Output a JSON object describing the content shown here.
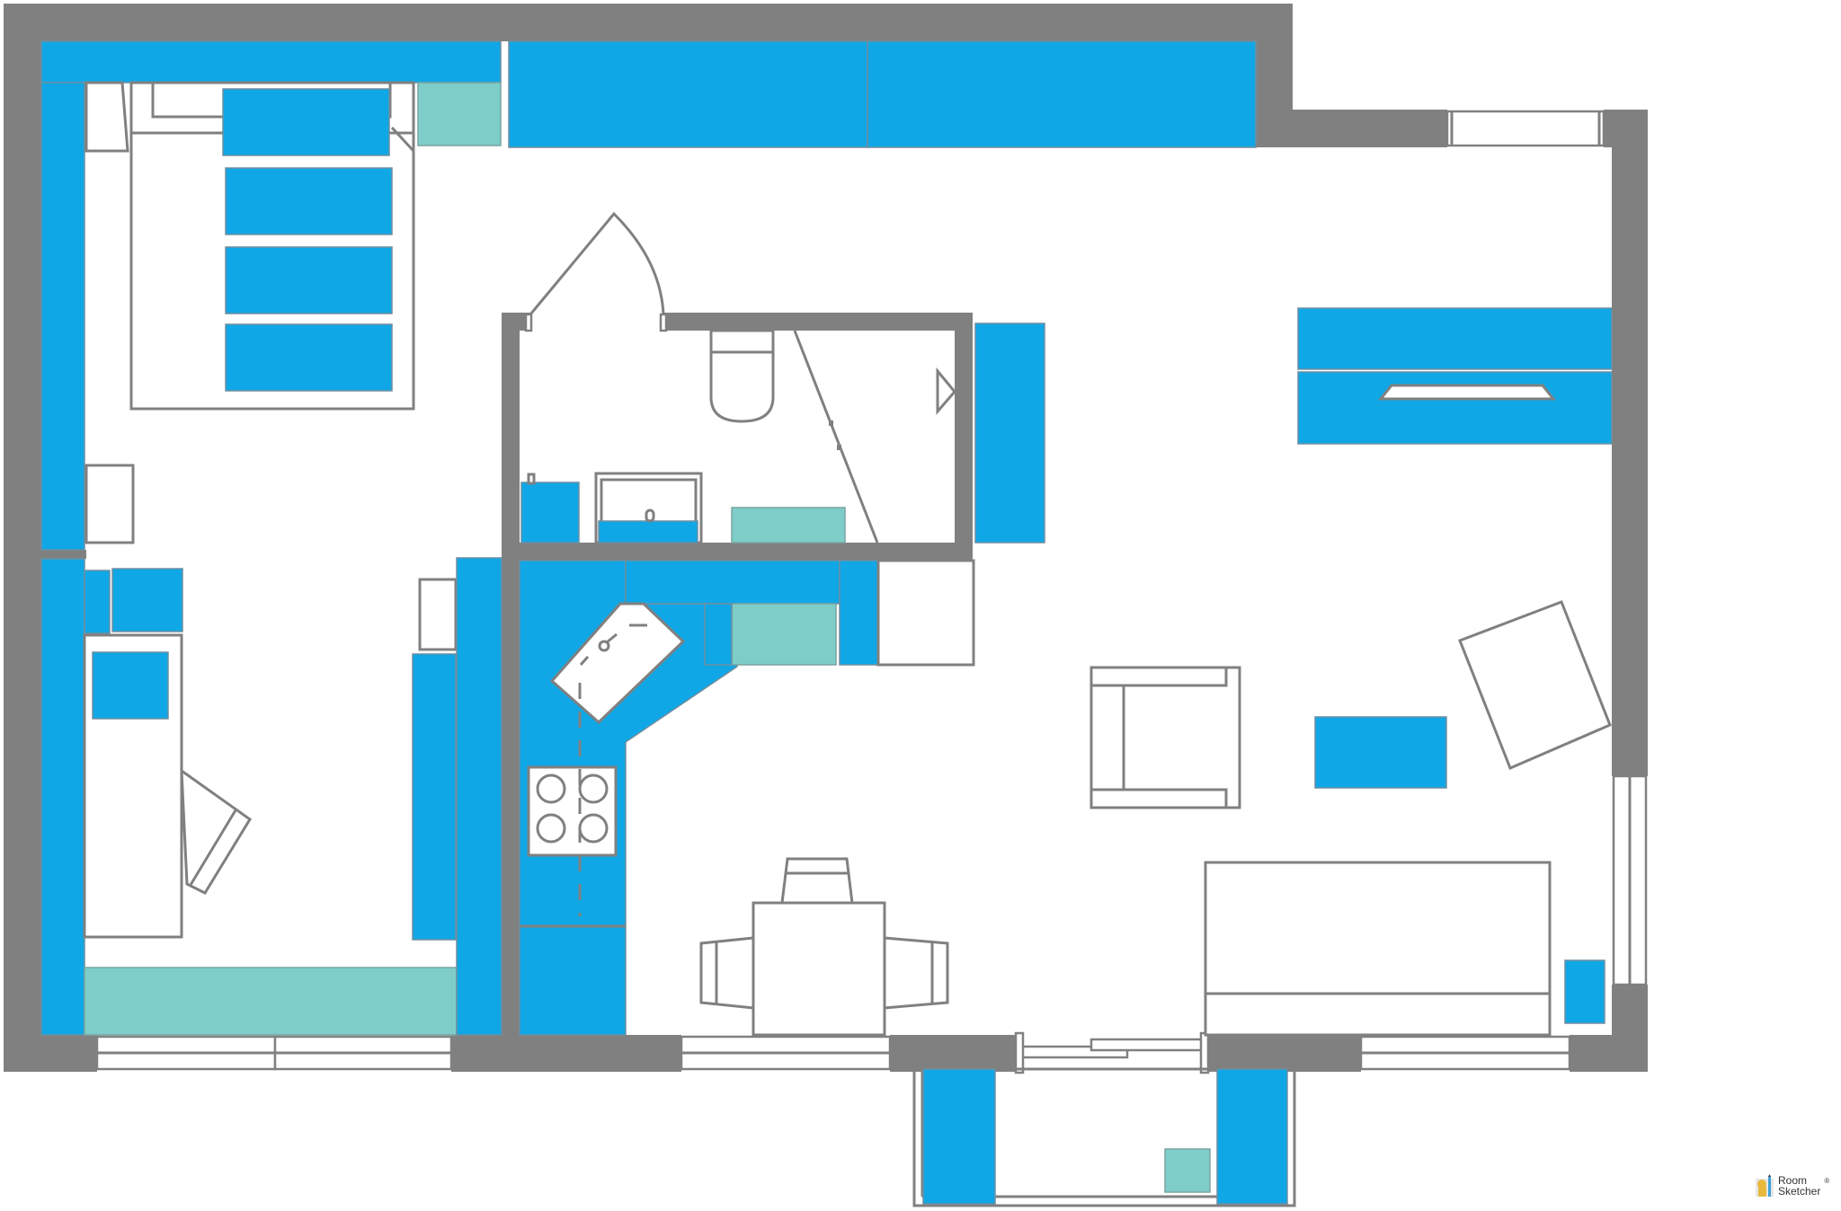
{
  "plan": {
    "type": "floor-plan",
    "colors": {
      "wall": "#808080",
      "furniture_blue": "#10a7e6",
      "furniture_teal": "#7ecdc8",
      "outline": "#808080",
      "floor": "#ffffff"
    },
    "rooms": [
      {
        "name": "bedroom-top-left",
        "furniture": [
          "wardrobe-top",
          "wardrobe-left",
          "double-bed",
          "pillows",
          "nightstand",
          "side-cabinet-teal"
        ]
      },
      {
        "name": "bedroom-bottom-left",
        "furniture": [
          "wardrobe-left",
          "desk",
          "desk-chair",
          "drawer-unit",
          "bench-teal",
          "wardrobe-right",
          "shelf"
        ]
      },
      {
        "name": "bathroom",
        "furniture": [
          "toilet",
          "shower-screen",
          "sink-vanity",
          "cabinet",
          "bath-mat-teal",
          "towel-radiator"
        ]
      },
      {
        "name": "kitchen",
        "furniture": [
          "l-counter",
          "corner-sink",
          "cooktop-4-burners",
          "dishwasher-teal",
          "fridge",
          "tall-cabinet"
        ]
      },
      {
        "name": "living-dining",
        "furniture": [
          "dining-table",
          "dining-chairs-3",
          "armchair",
          "coffee-table",
          "rotated-rug",
          "sofa",
          "side-table",
          "sideboard",
          "tv-console"
        ]
      },
      {
        "name": "balcony",
        "furniture": [
          "planter-left",
          "planter-right",
          "stool-teal"
        ]
      }
    ]
  },
  "branding": {
    "name_line1": "Room",
    "name_line2": "Sketcher",
    "registered": "®"
  }
}
